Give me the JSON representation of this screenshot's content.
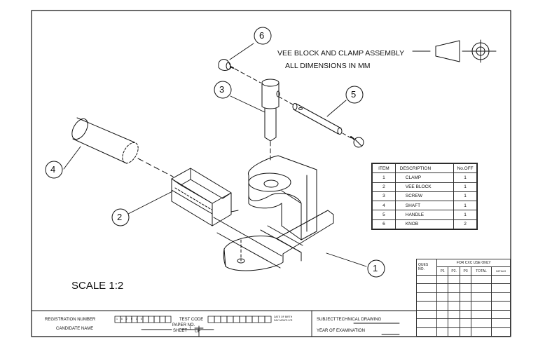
{
  "drawing": {
    "title_line1": "VEE BLOCK AND CLAMP ASSEMBLY",
    "title_line2": "ALL DIMENSIONS IN MM",
    "scale": "SCALE 1:2",
    "callouts": [
      "1",
      "2",
      "3",
      "4",
      "5",
      "6"
    ]
  },
  "parts_table": {
    "headers": [
      "ITEM",
      "DESCRIPTION",
      "No.OFF"
    ],
    "rows": [
      [
        "1",
        "CLAMP",
        "1"
      ],
      [
        "2",
        "VEE BLOCK",
        "1"
      ],
      [
        "3",
        "SCREW",
        "1"
      ],
      [
        "4",
        "SHAFT",
        "1"
      ],
      [
        "5",
        "HANDLE",
        "1"
      ],
      [
        "6",
        "KNOB",
        "2"
      ]
    ]
  },
  "exam_table": {
    "header": "FOR CXC USE ONLY",
    "ques_label": "QUES",
    "no_label": "NO.",
    "columns": [
      "P1",
      "P2.",
      "P3",
      "TOTAL",
      "INITIALS"
    ]
  },
  "footer": {
    "registration_label": "REGISTRATION NUMBER",
    "registration_digits": [
      "1",
      "6",
      "2",
      "0",
      "1",
      "6"
    ],
    "test_code_label": "TEST CODE",
    "date_of_birth_label": "DATE OF BIRTH",
    "dob_format": "DAY MONTH YR",
    "candidate_label": "CANDIDATE NAME",
    "paper_no_label": "PAPER NO.",
    "sheet_label": "SHEET",
    "sheet_num": "1",
    "of_label": "OF",
    "subject_label": "SUBJECT",
    "subject_value": "TECHNICAL DRAWING",
    "year_label": "YEAR OF EXAMINATION"
  }
}
